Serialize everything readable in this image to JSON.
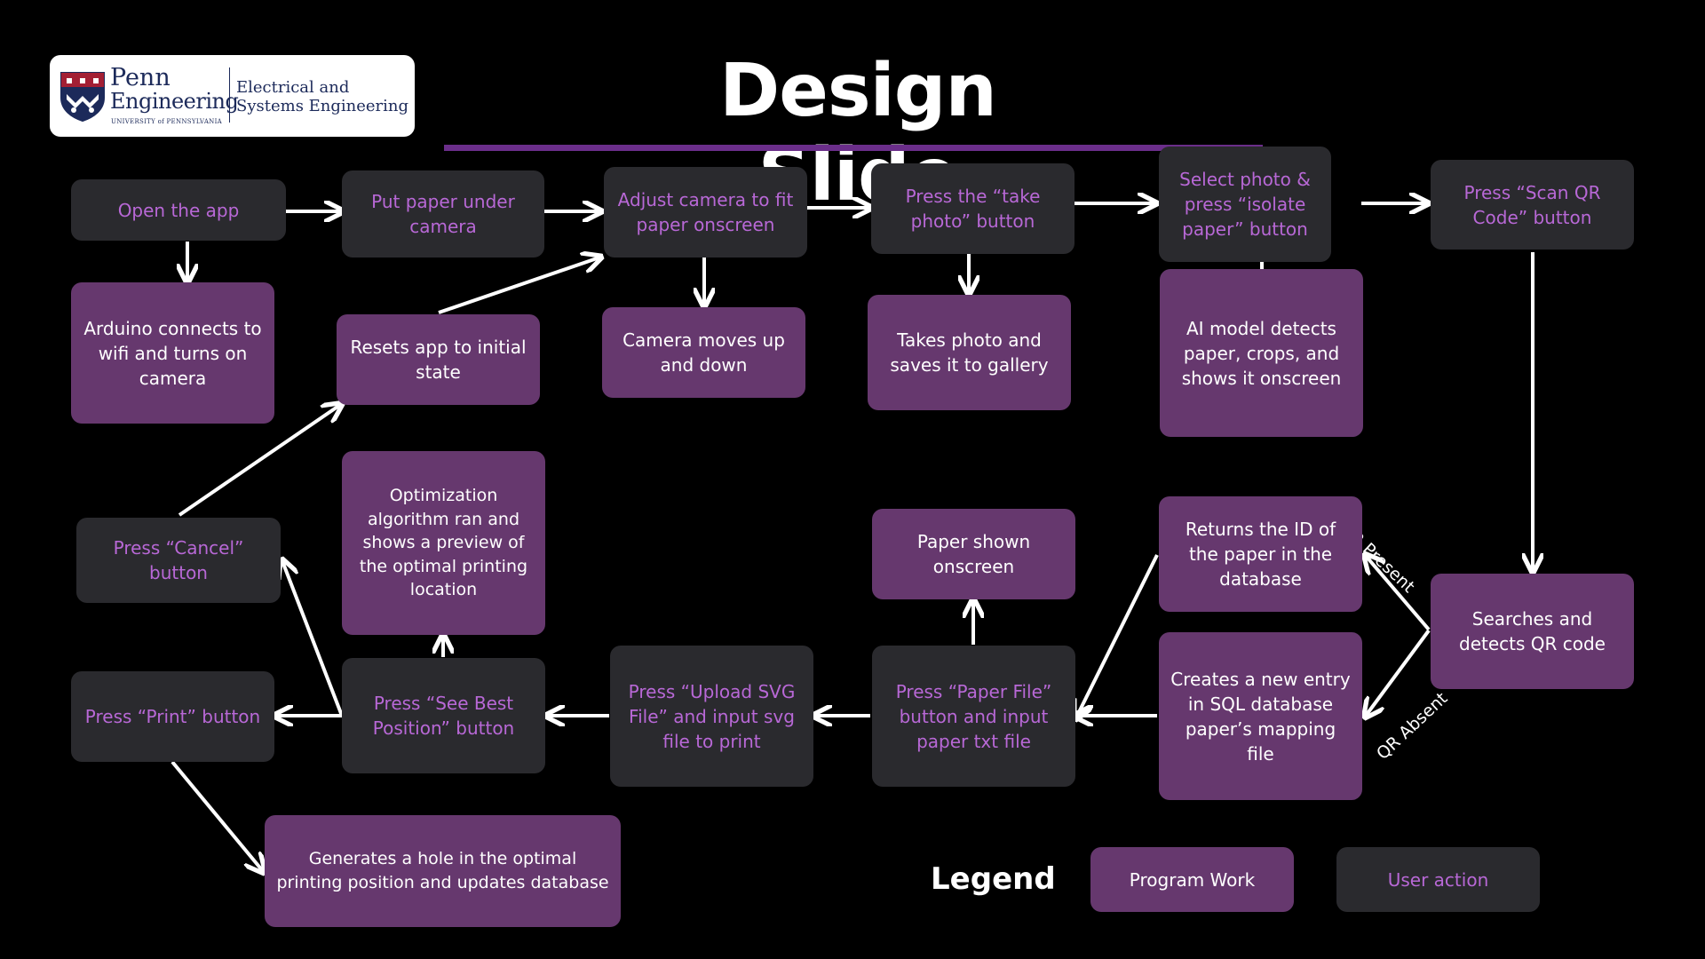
{
  "title": "Design Slide",
  "logo": {
    "penn": "Penn",
    "engineering": "Engineering",
    "university": "UNIVERSITY of PENNSYLVANIA",
    "dept_line1": "Electrical and",
    "dept_line2": "Systems Engineering",
    "colors": {
      "shield": "#1c2a5a",
      "accent": "#a31f34"
    }
  },
  "nodes": {
    "open_app": "Open the app",
    "put_paper": "Put paper under camera",
    "adjust_camera": "Adjust camera to fit paper onscreen",
    "take_photo": "Press the “take photo” button",
    "isolate_paper": "Select photo & press “isolate paper” button",
    "scan_qr": "Press “Scan QR Code” button",
    "arduino": "Arduino connects to wifi and turns on camera",
    "resets_app": "Resets app to initial state",
    "camera_moves": "Camera moves up and down",
    "saves_photo": "Takes photo and saves it to gallery",
    "ai_model": "AI model detects paper, crops, and shows it onscreen",
    "optimization": "Optimization algorithm ran and shows a preview of the optimal printing location",
    "cancel": "Press “Cancel” button",
    "paper_shown": "Paper shown onscreen",
    "returns_id": "Returns the ID of the paper in the database",
    "searches_qr": "Searches and detects QR code",
    "print": "Press “Print” button",
    "see_best": "Press “See Best Position” button",
    "upload_svg": "Press “Upload SVG File” and input svg file to print",
    "paper_file": "Press “Paper File” button and input paper txt file",
    "creates_entry": "Creates a new entry in SQL database paper’s mapping file",
    "generates_hole": "Generates a hole in the optimal printing position and updates database"
  },
  "edge_labels": {
    "qr_present": "QR Present",
    "qr_absent": "QR Absent"
  },
  "legend": {
    "title": "Legend",
    "program": "Program Work",
    "user": "User action"
  },
  "colors": {
    "background": "#000000",
    "user_action": "#2a2a2e",
    "program_work": "#66386e",
    "user_text": "#b868d6",
    "accent_rule": "#6b2e8a"
  }
}
